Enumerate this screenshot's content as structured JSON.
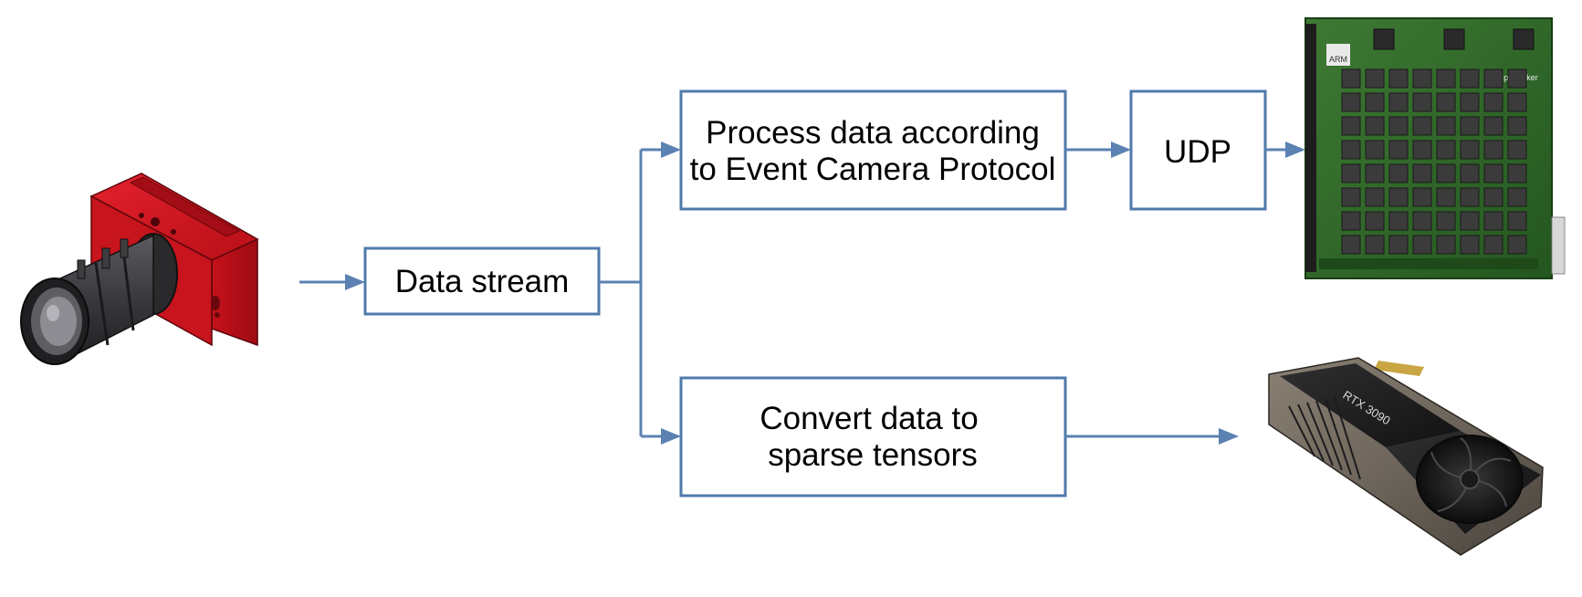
{
  "nodes": {
    "data_stream": {
      "label": "Data stream"
    },
    "process": {
      "line1": "Process data according",
      "line2": "to Event Camera Protocol"
    },
    "udp": {
      "label": "UDP"
    },
    "convert": {
      "line1": "Convert data to",
      "line2": "sparse tensors"
    }
  },
  "images": {
    "camera": "event-camera-icon",
    "spinnaker": "spinnaker-board-icon",
    "gpu": "gpu-card-icon",
    "gpu_text": "RTX 3090",
    "board_text": "SpiNNaker",
    "arm_text": "ARM"
  },
  "colors": {
    "box_stroke": "#4f7aab",
    "arrow": "#5b82b2",
    "camera_red": "#d2121e",
    "board_green": "#2f6b2a"
  }
}
